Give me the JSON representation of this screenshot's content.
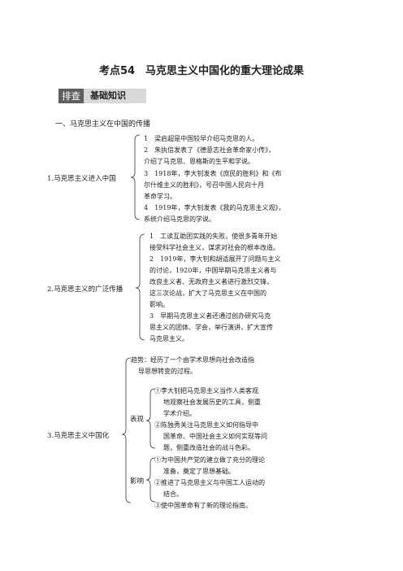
{
  "title": "考点54　马克思主义中国化的重大理论成果",
  "band": {
    "badge": "排查",
    "label": "基础知识"
  },
  "section_heading": "一、马克思主义在中国的传播",
  "group1": {
    "label": "1.马克思主义进入中国",
    "lines": [
      "1　梁启超是中国较早介绍马克思的人。",
      "2　朱执信发表了《德意志社会革命家小传》，",
      "介绍了马克思、恩格斯的生平和学说。",
      "3　1918年，李大钊发表《庶民的胜利》和《布",
      "尔什维主义的胜利》，号召中国人民向十月",
      "革命学习。",
      "4　1919年，李大钊发表《我的马克思主义观》，",
      "系统介绍马克思的学说。"
    ]
  },
  "group2": {
    "label": "2.马克思主义的广泛传播",
    "lines": [
      "1　工读互助团实践的失败，使很多青年开始",
      "接受科学社会主义，谋求对社会的根本改造。",
      "2　1919年，李大钊和胡适展开了问题与主义",
      "的讨论，1920年，中国早期马克思主义者与",
      "改良主义者、无政府主义者进行激烈交锋，",
      "这三次论战，扩大了马克思主义在中国的",
      "影响。",
      "3　早期马克思主义者还通过创办研究马克",
      "思主义的团体、学会，举行演讲，扩大宣传",
      "马克思主义。"
    ]
  },
  "group3": {
    "label": "3.马克思主义中国化",
    "trend_lines": [
      "趋势：经历了一个由学术思想向社会改造指",
      "导思想转变的过程。"
    ],
    "performance": {
      "label": "表现",
      "lines": [
        "①李大钊把马克思主义当作人类客观",
        "地观察社会发展历史的工具，侧重",
        "学术介绍。",
        "②陈独秀关注马克思主义如何指导中",
        "国革命、中国社会主义如何实现等问",
        "题，侧重改造社会的战斗色彩。"
      ]
    },
    "influence": {
      "label": "影响",
      "lines": [
        "①为中国共产党的建立做了充分的理论",
        "准备，奠定了思想基础。",
        "②推进了马克思主义与中国工人运动的",
        "结合。",
        "③使中国革命有了新的理论指南。"
      ]
    }
  }
}
